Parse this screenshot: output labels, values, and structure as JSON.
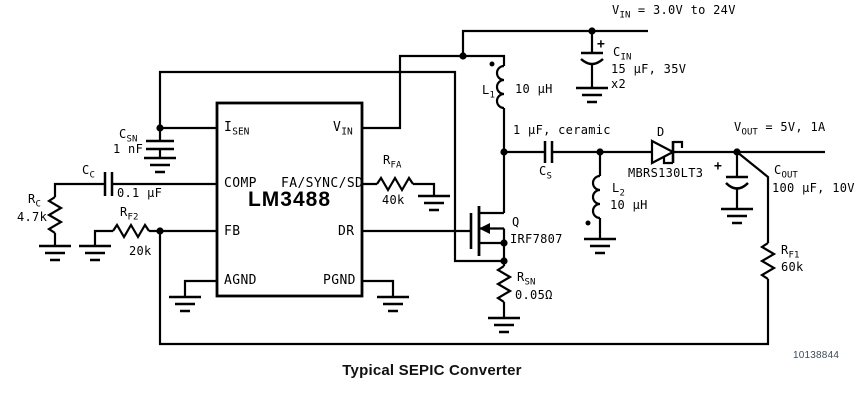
{
  "figure": {
    "caption": "Typical SEPIC Converter",
    "doc_number": "10138844"
  },
  "rails": {
    "vin": {
      "base": "V",
      "sub": "IN",
      "rest": " = 3.0V to 24V"
    },
    "vout": {
      "base": "V",
      "sub": "OUT",
      "rest": " = 5V, 1A"
    }
  },
  "ic": {
    "name": "LM3488",
    "pins": {
      "isen": {
        "base": "I",
        "sub": "SEN"
      },
      "comp": {
        "base": "COMP"
      },
      "fb": {
        "base": "FB"
      },
      "agnd": {
        "base": "AGND"
      },
      "vin": {
        "base": "V",
        "sub": "IN"
      },
      "fa_sync_sd": {
        "base": "FA/SYNC/SD"
      },
      "dr": {
        "base": "DR"
      },
      "pgnd": {
        "base": "PGND"
      }
    }
  },
  "components": {
    "csn": {
      "ref": {
        "base": "C",
        "sub": "SN"
      },
      "value": "1 nF"
    },
    "cc": {
      "ref": {
        "base": "C",
        "sub": "C"
      },
      "value": "0.1 µF"
    },
    "rc": {
      "ref": {
        "base": "R",
        "sub": "C"
      },
      "value": "4.7k"
    },
    "rf2": {
      "ref": {
        "base": "R",
        "sub": "F2"
      },
      "value": "20k"
    },
    "rfa": {
      "ref": {
        "base": "R",
        "sub": "FA"
      },
      "value": "40k"
    },
    "l1": {
      "ref": {
        "base": "L",
        "sub": "1"
      },
      "value": "10 µH"
    },
    "cin": {
      "ref": {
        "base": "C",
        "sub": "IN"
      },
      "value": "15 µF, 35V",
      "note": "x2",
      "polarity": "+"
    },
    "cs": {
      "ref": {
        "base": "C",
        "sub": "S"
      },
      "note": "1 µF, ceramic"
    },
    "l2": {
      "ref": {
        "base": "L",
        "sub": "2"
      },
      "value": "10 µH"
    },
    "d": {
      "ref": {
        "base": "D"
      },
      "part": "MBRS130LT3"
    },
    "q": {
      "ref": {
        "base": "Q"
      },
      "part": "IRF7807"
    },
    "rsn": {
      "ref": {
        "base": "R",
        "sub": "SN"
      },
      "value": "0.05Ω"
    },
    "cout": {
      "ref": {
        "base": "C",
        "sub": "OUT"
      },
      "value": "100 µF, 10V",
      "polarity": "+"
    },
    "rf1": {
      "ref": {
        "base": "R",
        "sub": "F1"
      },
      "value": "60k"
    }
  }
}
